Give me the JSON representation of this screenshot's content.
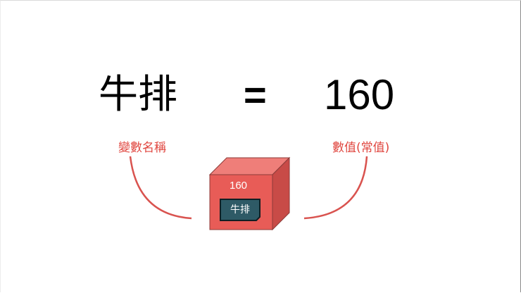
{
  "equation": {
    "variable_name": "牛排",
    "operator": "=",
    "value": "160"
  },
  "annotations": {
    "left_label": "變數名稱",
    "right_label": "數值(常值)"
  },
  "box": {
    "value_label": "160",
    "name_tag": "牛排"
  },
  "colors": {
    "accent_red": "#e0463f",
    "box_front": "#e85c57",
    "box_top": "#ef7e79",
    "box_side": "#c84b47",
    "tag_fill": "#2e5a66",
    "arc": "#d9534f"
  }
}
